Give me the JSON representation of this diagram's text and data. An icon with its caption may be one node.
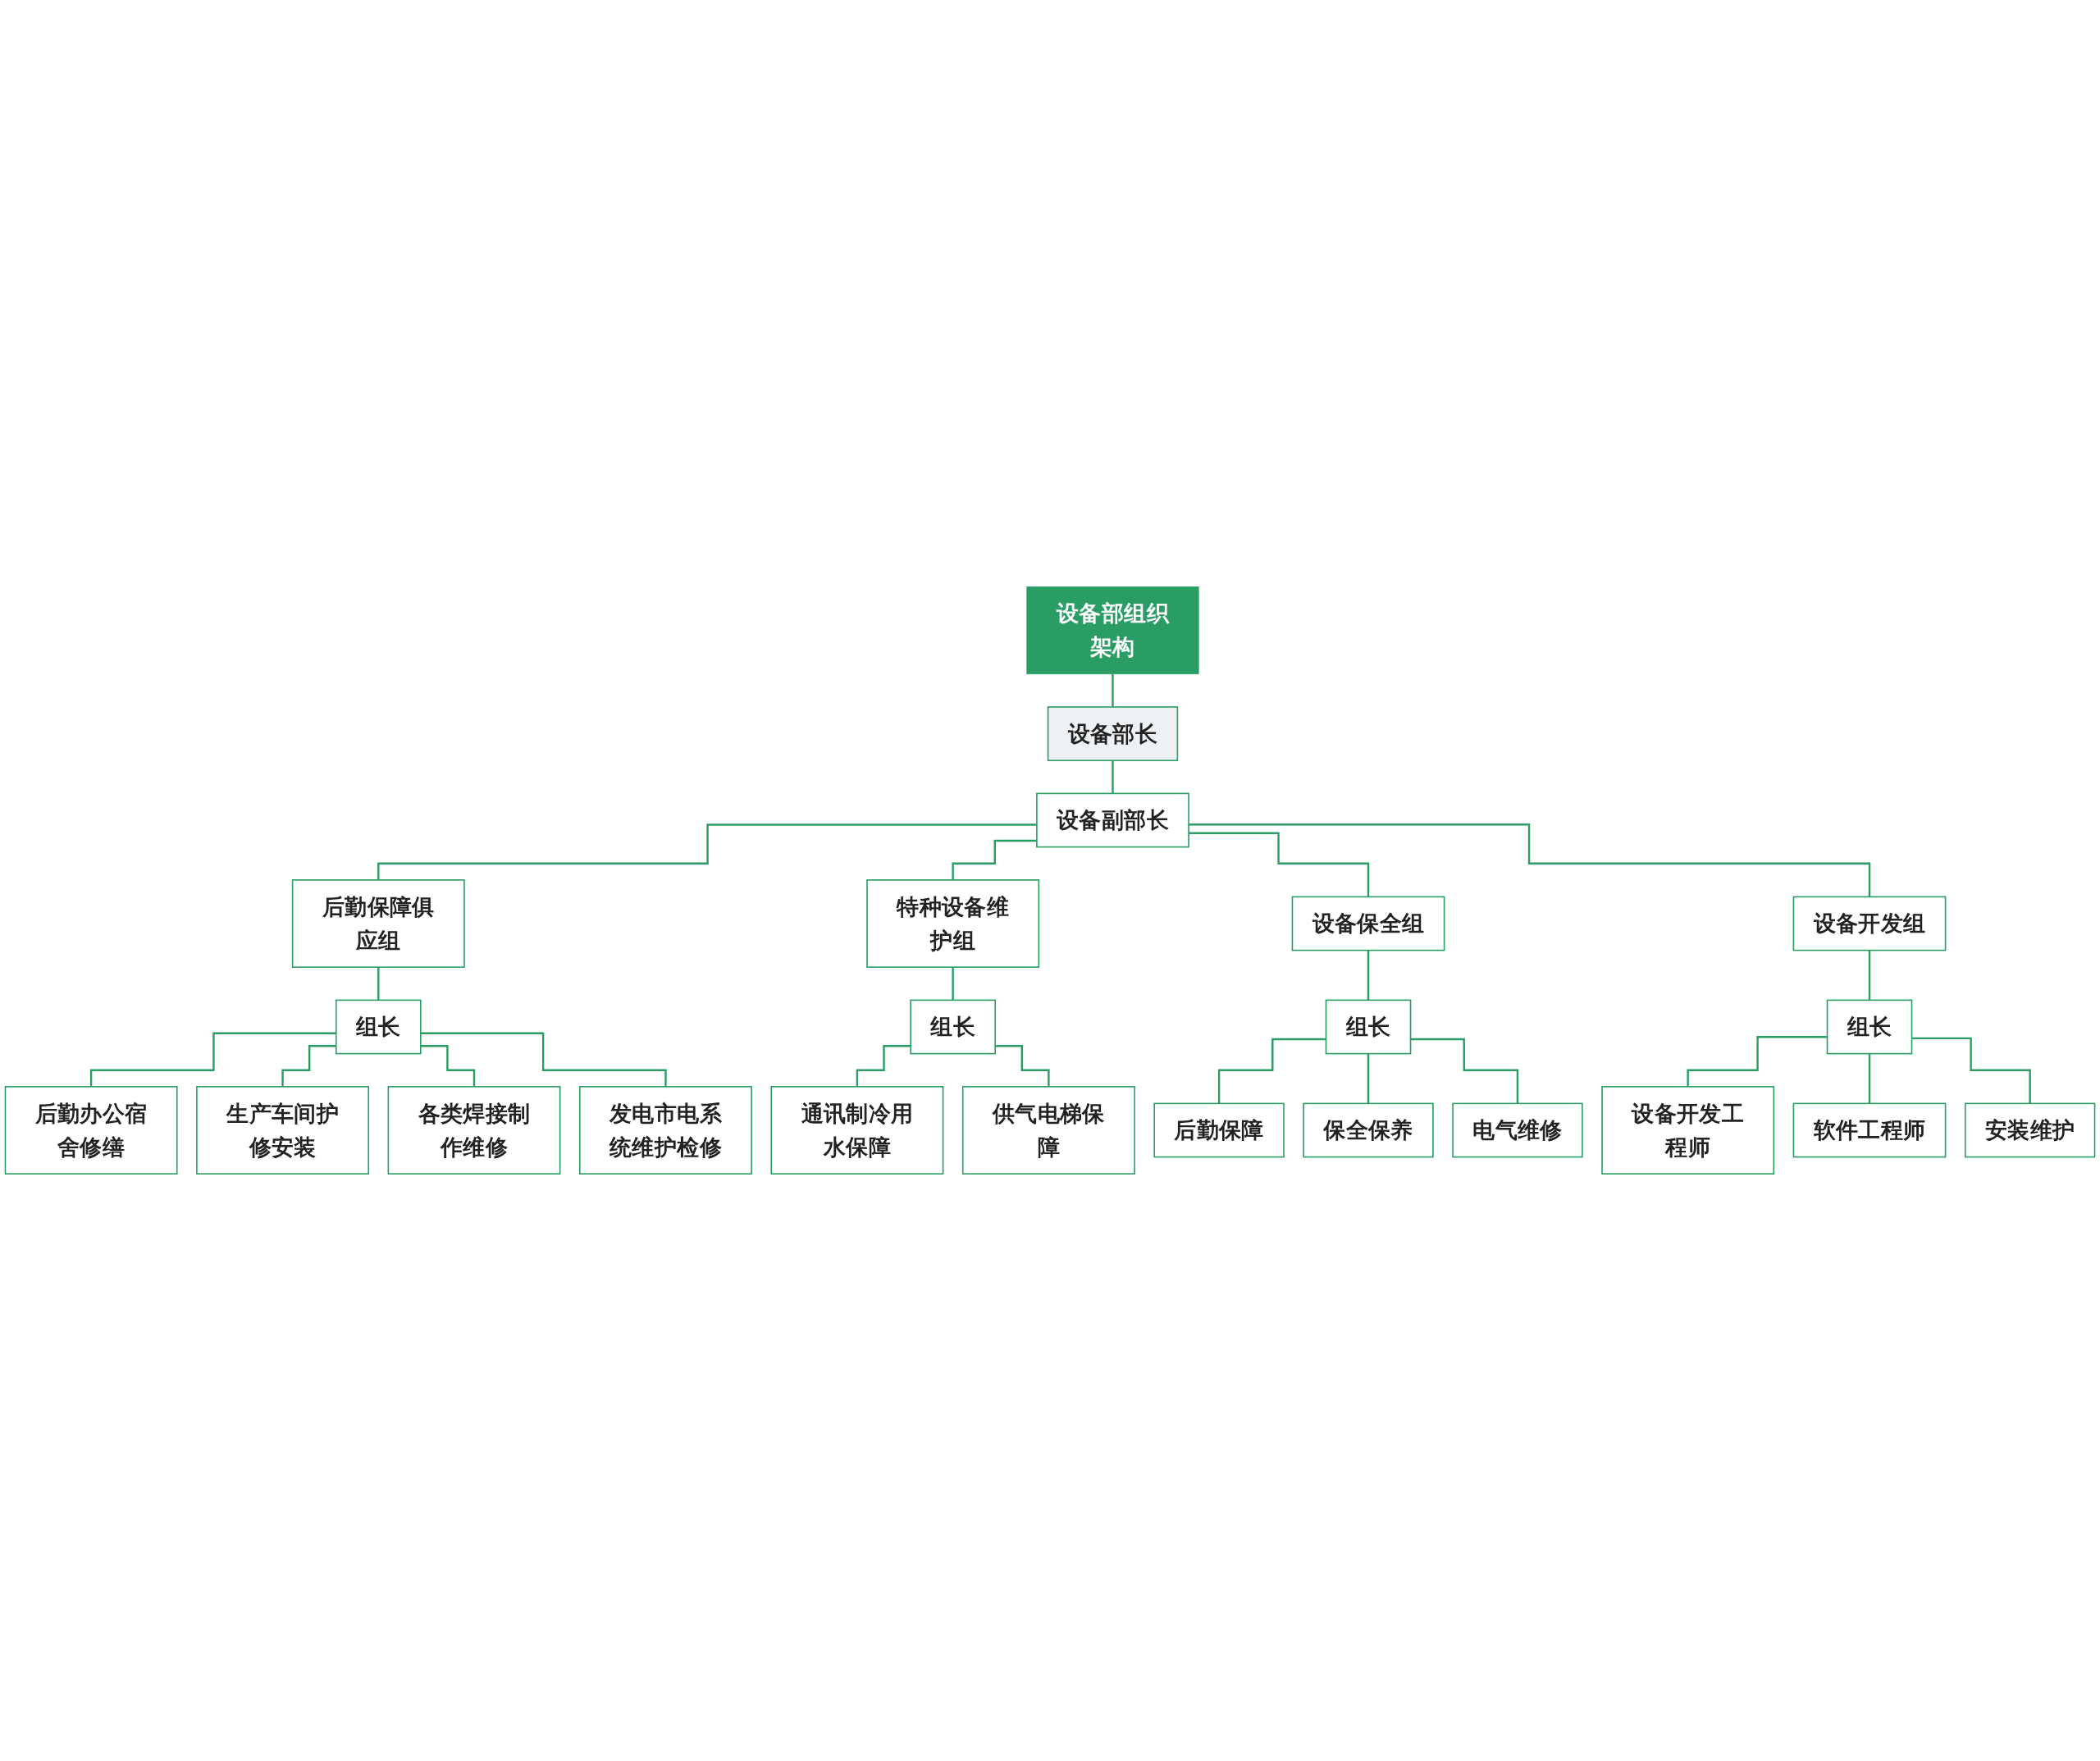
{
  "diagram": {
    "nodes": [
      {
        "text": [
          "设备部组织架构"
        ]
      },
      {
        "text": [
          "设备部长"
        ]
      },
      {
        "text": [
          "设备副部长"
        ]
      },
      {
        "text": [
          "后勤保障俱应组"
        ]
      },
      {
        "text": [
          "组长"
        ]
      },
      {
        "text": [
          "后勤办公宿舍修缮"
        ]
      },
      {
        "text": [
          "生产车间护修安装"
        ]
      },
      {
        "text": [
          "各类焊接制作维修"
        ]
      },
      {
        "text": [
          "发电市电系统维护检修"
        ]
      },
      {
        "text": [
          "特种设备维护组"
        ]
      },
      {
        "text": [
          "组长"
        ]
      },
      {
        "text": [
          "通讯制冷用水保障"
        ]
      },
      {
        "text": [
          "供气电梯保障"
        ]
      },
      {
        "text": [
          "设备保全组"
        ]
      },
      {
        "text": [
          "组长"
        ]
      },
      {
        "text": [
          "后勤保障"
        ]
      },
      {
        "text": [
          "保全保养"
        ]
      },
      {
        "text": [
          "电气维修"
        ]
      },
      {
        "text": [
          "设备开发组"
        ]
      },
      {
        "text": [
          "组长"
        ]
      },
      {
        "text": [
          "设备开发工程师"
        ]
      },
      {
        "text": [
          "软件工程师"
        ]
      },
      {
        "text": [
          "安装维护"
        ]
      }
    ],
    "edges": [
      {
        "from": 0,
        "to": 1,
        "arrow": "none"
      },
      {
        "from": 1,
        "to": 2,
        "arrow": "none"
      },
      {
        "from": 2,
        "to": 3,
        "arrow": "none"
      },
      {
        "from": 3,
        "to": 4,
        "arrow": "none"
      },
      {
        "from": 4,
        "to": 5,
        "arrow": "none"
      },
      {
        "from": 4,
        "to": 6,
        "arrow": "none"
      },
      {
        "from": 4,
        "to": 7,
        "arrow": "none"
      },
      {
        "from": 4,
        "to": 8,
        "arrow": "none"
      },
      {
        "from": 2,
        "to": 9,
        "arrow": "none"
      },
      {
        "from": 9,
        "to": 10,
        "arrow": "none"
      },
      {
        "from": 10,
        "to": 11,
        "arrow": "none"
      },
      {
        "from": 10,
        "to": 12,
        "arrow": "none"
      },
      {
        "from": 2,
        "to": 13,
        "arrow": "none"
      },
      {
        "from": 13,
        "to": 14,
        "arrow": "none"
      },
      {
        "from": 14,
        "to": 15,
        "arrow": "none"
      },
      {
        "from": 14,
        "to": 16,
        "arrow": "none"
      },
      {
        "from": 14,
        "to": 17,
        "arrow": "none"
      },
      {
        "from": 2,
        "to": 18,
        "arrow": "none"
      },
      {
        "from": 18,
        "to": 19,
        "arrow": "none"
      },
      {
        "from": 19,
        "to": 20,
        "arrow": "none"
      },
      {
        "from": 19,
        "to": 21,
        "arrow": "none"
      },
      {
        "from": 19,
        "to": 22,
        "arrow": "none"
      }
    ]
  }
}
